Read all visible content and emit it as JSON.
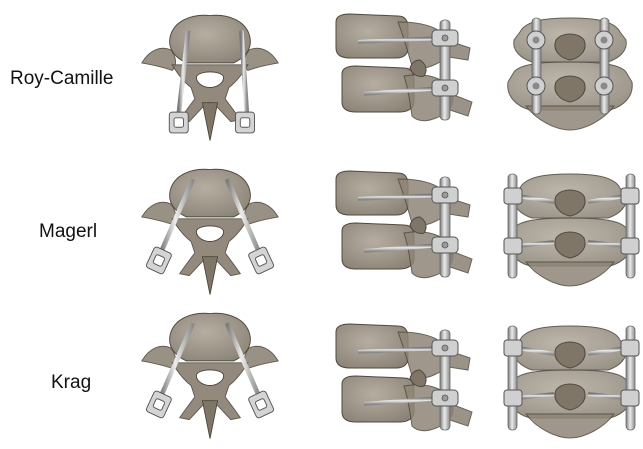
{
  "figure": {
    "rows": [
      {
        "label": "Roy-Camille",
        "technique": "roy-camille"
      },
      {
        "label": "Magerl",
        "technique": "magerl"
      },
      {
        "label": "Krag",
        "technique": "krag"
      }
    ],
    "views": [
      "axial",
      "lateral",
      "posterior"
    ],
    "colors": {
      "bone_fill": "#8f8677",
      "bone_stroke": "#4f493f",
      "metal_light": "#e6e6e6",
      "metal_mid": "#b4b4b4",
      "metal_dark": "#6e6e6e",
      "background": "#ffffff"
    }
  }
}
